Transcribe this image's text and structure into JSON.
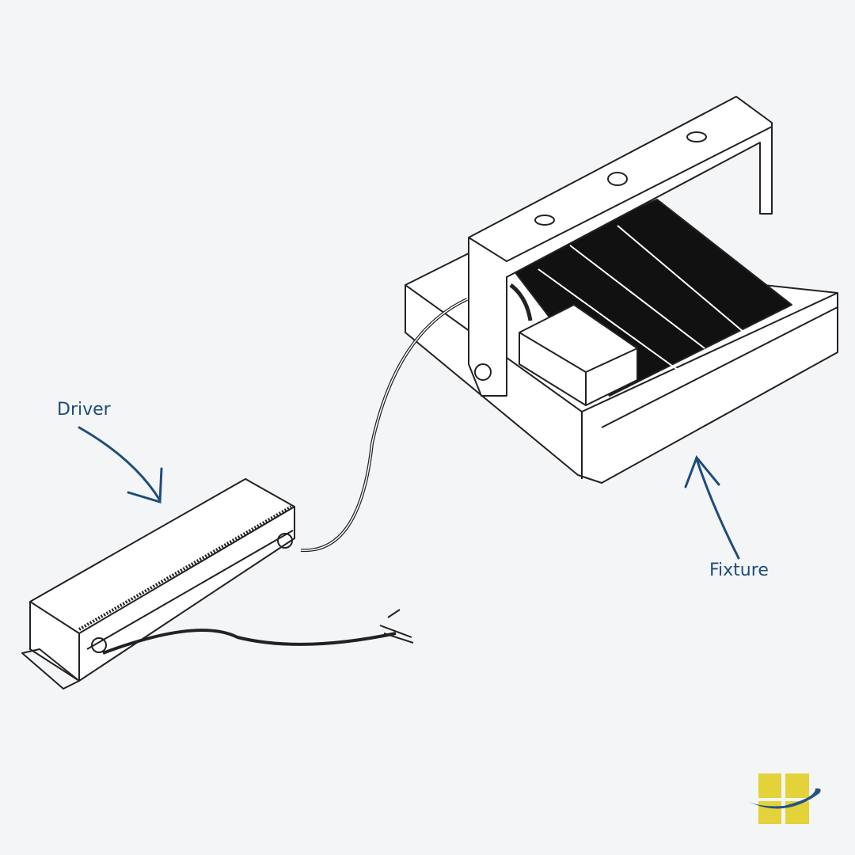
{
  "labels": {
    "driver": "Driver",
    "fixture": "Fixture"
  },
  "colors": {
    "background": "#f4f5f7",
    "label": "#1f4d7a",
    "logo_yellow": "#e3d23a",
    "logo_blue": "#265283"
  },
  "icons": {
    "logo": "company-logo"
  }
}
